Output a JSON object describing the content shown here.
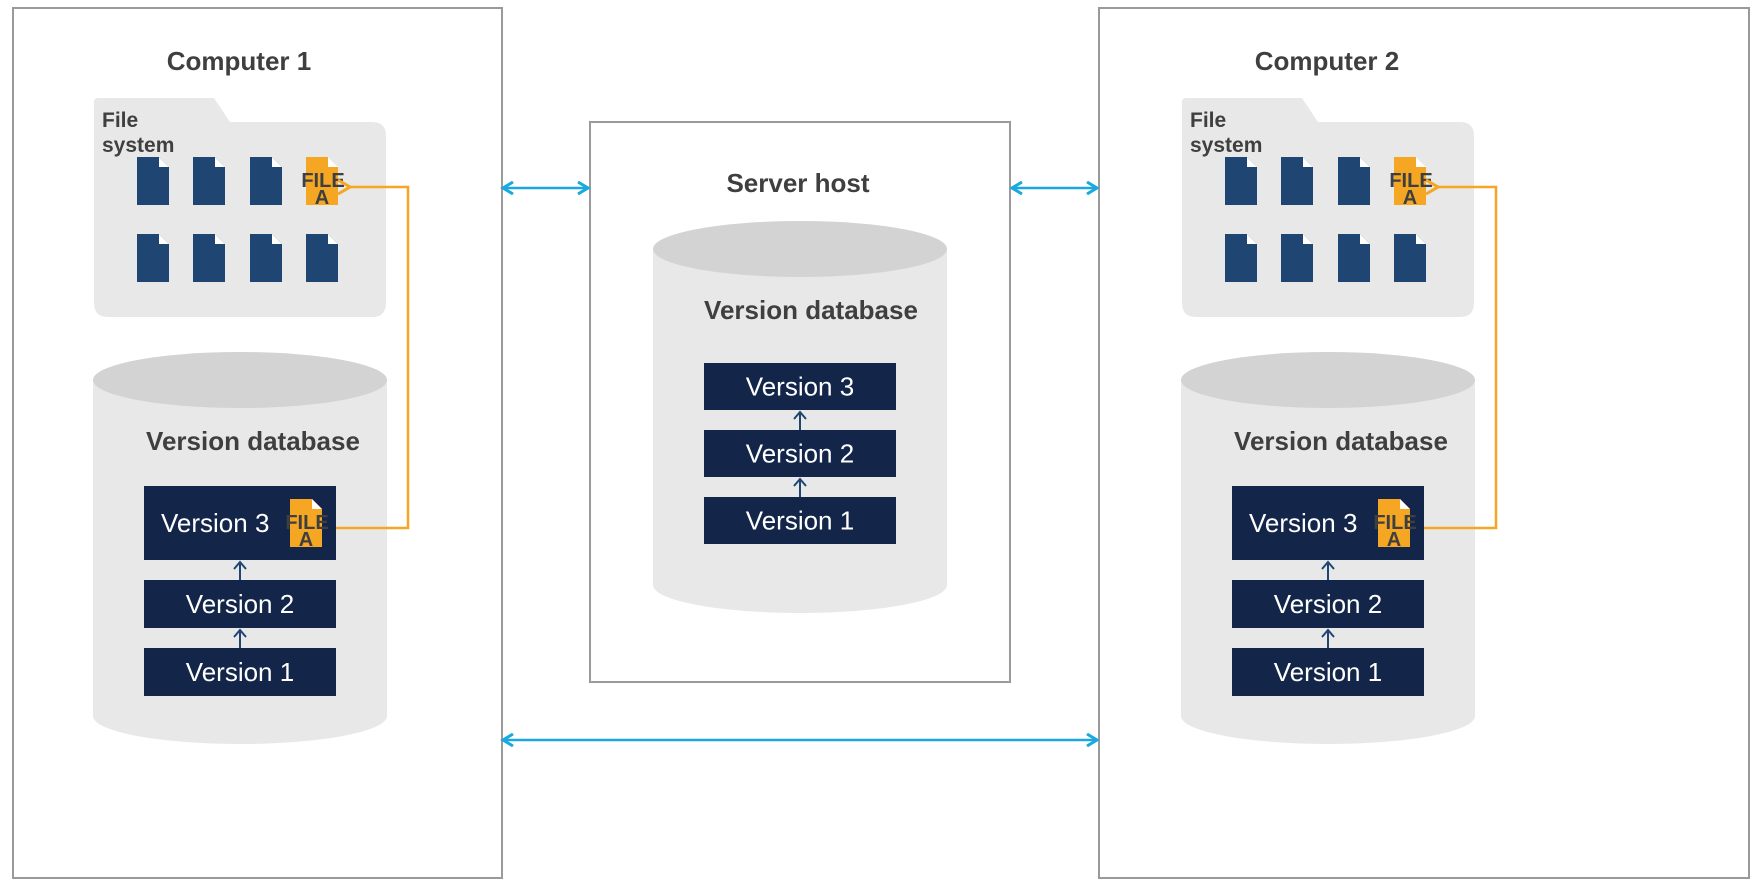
{
  "computer1": {
    "title": "Computer 1",
    "file_system_line1": "File",
    "file_system_line2": "system",
    "file_tag_line1": "FILE",
    "file_tag_line2": "A",
    "db_title": "Version database",
    "versions": [
      "Version 3",
      "Version 2",
      "Version 1"
    ],
    "db_file_tag_line1": "FILE",
    "db_file_tag_line2": "A"
  },
  "server": {
    "title": "Server host",
    "db_title": "Version database",
    "versions": [
      "Version 3",
      "Version 2",
      "Version 1"
    ]
  },
  "computer2": {
    "title": "Computer 2",
    "file_system_line1": "File",
    "file_system_line2": "system",
    "file_tag_line1": "FILE",
    "file_tag_line2": "A",
    "db_title": "Version database",
    "versions": [
      "Version 3",
      "Version 2",
      "Version 1"
    ],
    "db_file_tag_line1": "FILE",
    "db_file_tag_line2": "A"
  },
  "colors": {
    "navy": "#13264a",
    "file_icon": "#1f4573",
    "highlight_file": "#f5a623",
    "sync_arrow": "#1aa9df",
    "link_line": "#f5a623",
    "panel_gray": "#e8e8e9",
    "cylinder_top": "#d3d3d4",
    "border": "#9a9a9a"
  },
  "icons": {
    "document": "document-icon",
    "highlighted_document": "file-a-icon",
    "sync": "double-arrow"
  }
}
